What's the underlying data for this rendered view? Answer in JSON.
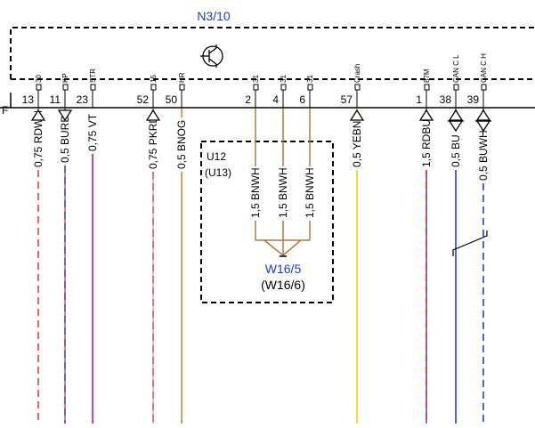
{
  "component": {
    "id": "N3/10",
    "id_color": "#1a3bd1"
  },
  "row_label": "F",
  "pins": [
    {
      "num": "13",
      "name": "30"
    },
    {
      "num": "11",
      "name": "KP"
    },
    {
      "num": "23",
      "name": "STR"
    },
    {
      "num": "52",
      "name": "15"
    },
    {
      "num": "50",
      "name": "HR"
    },
    {
      "num": "2",
      "name": "31"
    },
    {
      "num": "4",
      "name": "31"
    },
    {
      "num": "6",
      "name": "31"
    },
    {
      "num": "57",
      "name": "Crash"
    },
    {
      "num": "1",
      "name": "87M"
    },
    {
      "num": "38",
      "name": "CAN C L"
    },
    {
      "num": "39",
      "name": "CAN C H"
    }
  ],
  "wires": [
    {
      "label": "0,75 RDWH",
      "color": "#e53030",
      "color2": "#ffffff",
      "style": "dashed"
    },
    {
      "label": "0,5 BURD",
      "color": "#3b4fd6",
      "color2": "#e05050",
      "style": "dashed"
    },
    {
      "label": "0,75 VT",
      "color": "#b000b0",
      "style": "solid"
    },
    {
      "label": "0,75 PKRD",
      "color": "#e05070",
      "color2": "#f0a0b0",
      "style": "dashed"
    },
    {
      "label": "0,5 BNOG",
      "color": "#e07a20",
      "style": "solid"
    },
    {
      "label": "1,5 BNWH",
      "color": "#b07a40",
      "style": "solid"
    },
    {
      "label": "1,5 BNWH",
      "color": "#b07a40",
      "style": "solid"
    },
    {
      "label": "1,5 BNWH",
      "color": "#b07a40",
      "style": "solid"
    },
    {
      "label": "0,5 YEBN",
      "color": "#f0d000",
      "style": "solid"
    },
    {
      "label": "1,5 RDBU",
      "color": "#e03030",
      "color2": "#3050d0",
      "style": "dashed"
    },
    {
      "label": "0,5 BU",
      "color": "#1a2fd6",
      "style": "solid"
    },
    {
      "label": "0,5 BUWH",
      "color": "#1a2fd6",
      "style": "dashed"
    }
  ],
  "sub_component": {
    "id": "U12",
    "alt": "(U13)"
  },
  "ground": {
    "id": "W16/5",
    "alt": "(W16/6)",
    "color": "#1a3bd1"
  }
}
